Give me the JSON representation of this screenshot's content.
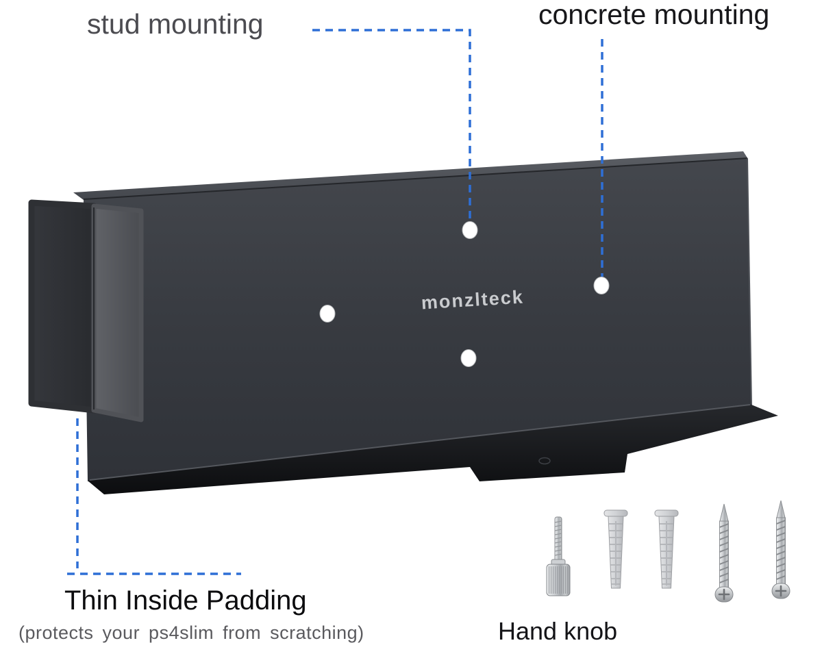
{
  "labels": {
    "stud_mounting": "stud mounting",
    "concrete_mounting": "concrete mounting",
    "thin_inside_padding": "Thin Inside Padding",
    "padding_note": "(protects your ps4slim from scratching)",
    "hand_knob": "Hand knob"
  },
  "bracket": {
    "logo": "monzlteck",
    "mounting_holes": [
      "top-center",
      "middle-left",
      "middle-right",
      "bottom-center"
    ]
  },
  "hardware": {
    "hand_knob_count": 1,
    "wall_anchor_count": 2,
    "screw_count": 2
  },
  "colors": {
    "callout_blue": "#2e6fd6",
    "bracket_gray": "#35383e",
    "shelf_black": "#151619",
    "hole_white": "#ffffff"
  }
}
